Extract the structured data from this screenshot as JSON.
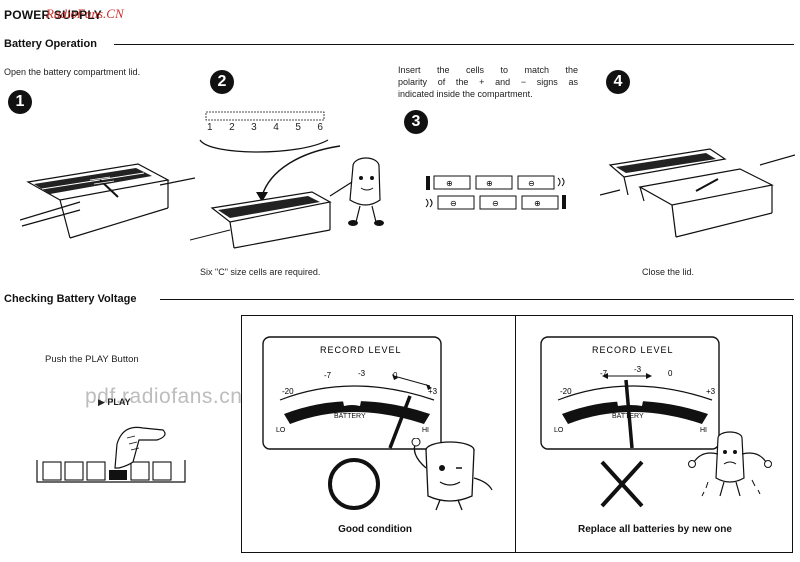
{
  "header": {
    "title": "POWER SUPPLY",
    "watermark": "RadioFans.CN"
  },
  "battery_operation": {
    "heading": "Battery Operation",
    "step1": {
      "number": "1",
      "text": "Open the battery compartment lid."
    },
    "step2": {
      "number": "2",
      "cells": [
        "1",
        "2",
        "3",
        "4",
        "5",
        "6"
      ],
      "caption": "Six \"C\" size cells are required."
    },
    "step3": {
      "number": "3",
      "text_lines": [
        "Insert the cells to match the",
        "polarity of the + and − signs as",
        "indicated inside the compartment."
      ]
    },
    "step4": {
      "number": "4",
      "caption": "Close the lid."
    }
  },
  "checking_voltage": {
    "heading": "Checking Battery Voltage",
    "instruction": "Push the PLAY Button",
    "play_label": "▶ PLAY",
    "watermark": "pdf.radiofans.cn",
    "meter": {
      "label": "RECORD LEVEL",
      "scale": [
        "-20",
        "-7",
        "-3",
        "0",
        "+3"
      ],
      "lo": "LO",
      "hi": "HI",
      "battery": "BATTERY"
    },
    "good": {
      "caption": "Good condition"
    },
    "bad": {
      "caption": "Replace all batteries by new one"
    }
  }
}
